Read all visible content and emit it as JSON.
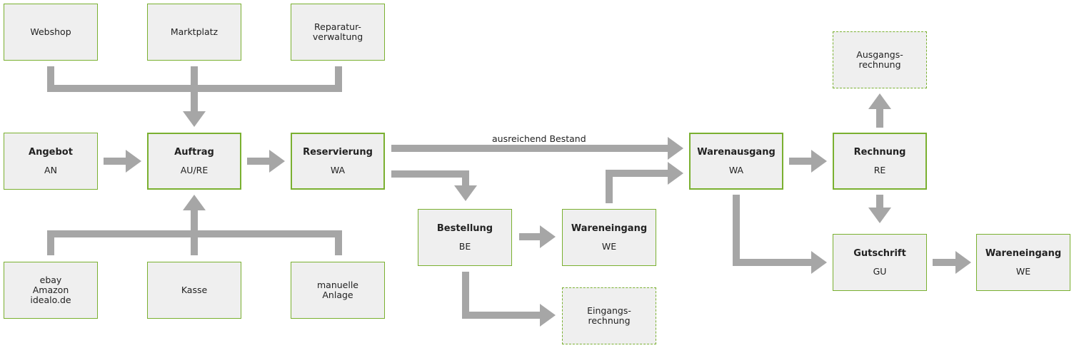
{
  "nodes": {
    "webshop": {
      "text": "Webshop"
    },
    "marktplatz": {
      "text": "Marktplatz"
    },
    "reparatur": {
      "text": "Reparatur-\nverwaltung"
    },
    "angebot": {
      "title": "Angebot",
      "code": "AN"
    },
    "auftrag": {
      "title": "Auftrag",
      "code": "AU/RE"
    },
    "reservierung": {
      "title": "Reservierung",
      "code": "WA"
    },
    "bestellung": {
      "title": "Bestellung",
      "code": "BE"
    },
    "wareneingang1": {
      "title": "Wareneingang",
      "code": "WE"
    },
    "eingangsrechnung": {
      "text": "Eingangs-\nrechnung"
    },
    "warenausgang": {
      "title": "Warenausgang",
      "code": "WA"
    },
    "rechnung": {
      "title": "Rechnung",
      "code": "RE"
    },
    "ausgangsrechnung": {
      "text": "Ausgangs-\nrechnung"
    },
    "gutschrift": {
      "title": "Gutschrift",
      "code": "GU"
    },
    "wareneingang2": {
      "title": "Wareneingang",
      "code": "WE"
    },
    "channels": {
      "text": "ebay\nAmazon\nidealo.de"
    },
    "kasse": {
      "text": "Kasse"
    },
    "manuell": {
      "text": "manuelle\nAnlage"
    }
  },
  "edges": {
    "bestand_label": "ausreichend Bestand"
  },
  "colors": {
    "border": "#7ab030",
    "box_fill": "#efefef",
    "arrow": "#a6a6a6"
  }
}
